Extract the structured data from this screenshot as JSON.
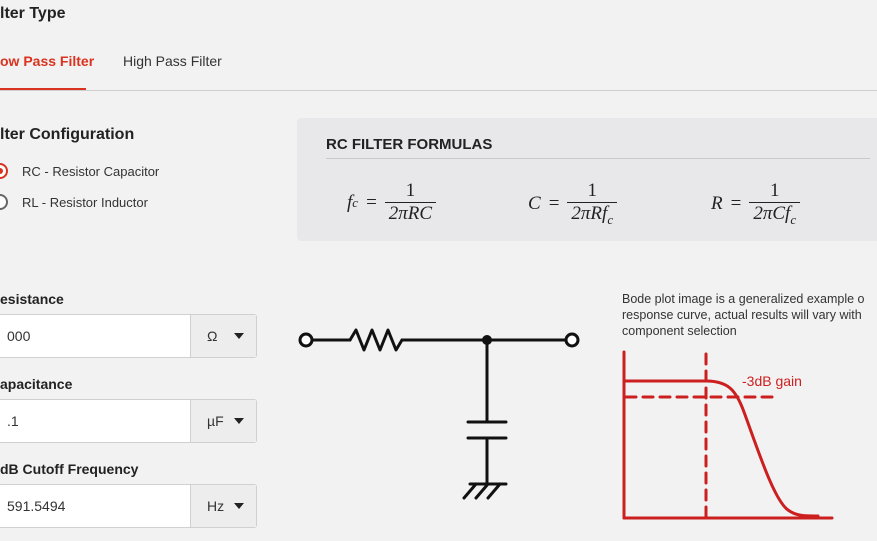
{
  "filter_type": {
    "title": "lter Type",
    "tabs": [
      {
        "label": "ow Pass Filter",
        "active": true
      },
      {
        "label": "High Pass Filter",
        "active": false
      }
    ]
  },
  "filter_config": {
    "title": "lter Configuration",
    "options": [
      {
        "label": "RC - Resistor Capacitor",
        "selected": true
      },
      {
        "label": "RL - Resistor Inductor",
        "selected": false
      }
    ]
  },
  "formulas": {
    "title": "RC FILTER FORMULAS",
    "items": [
      {
        "lhs": "f",
        "lhs_sub": "c",
        "num": "1",
        "den": "2πRC"
      },
      {
        "lhs": "C",
        "lhs_sub": "",
        "num": "1",
        "den": "2πRf",
        "den_sub": "c"
      },
      {
        "lhs": "R",
        "lhs_sub": "",
        "num": "1",
        "den": "2πCf",
        "den_sub": "c"
      }
    ]
  },
  "fields": {
    "resistance": {
      "label": "esistance",
      "value": "000",
      "unit": "Ω"
    },
    "capacitance": {
      "label": "apacitance",
      "value": ".1",
      "unit": "µF"
    },
    "cutoff": {
      "label": "dB Cutoff Frequency",
      "value": "591.5494",
      "unit": "Hz"
    }
  },
  "bode": {
    "note_lines": [
      "Bode plot image is a generalized example o",
      "response curve, actual results will vary with",
      "component selection"
    ],
    "gain_label": "-3dB gain",
    "curve_color": "#cc1f1f"
  },
  "colors": {
    "accent": "#d9331f"
  }
}
